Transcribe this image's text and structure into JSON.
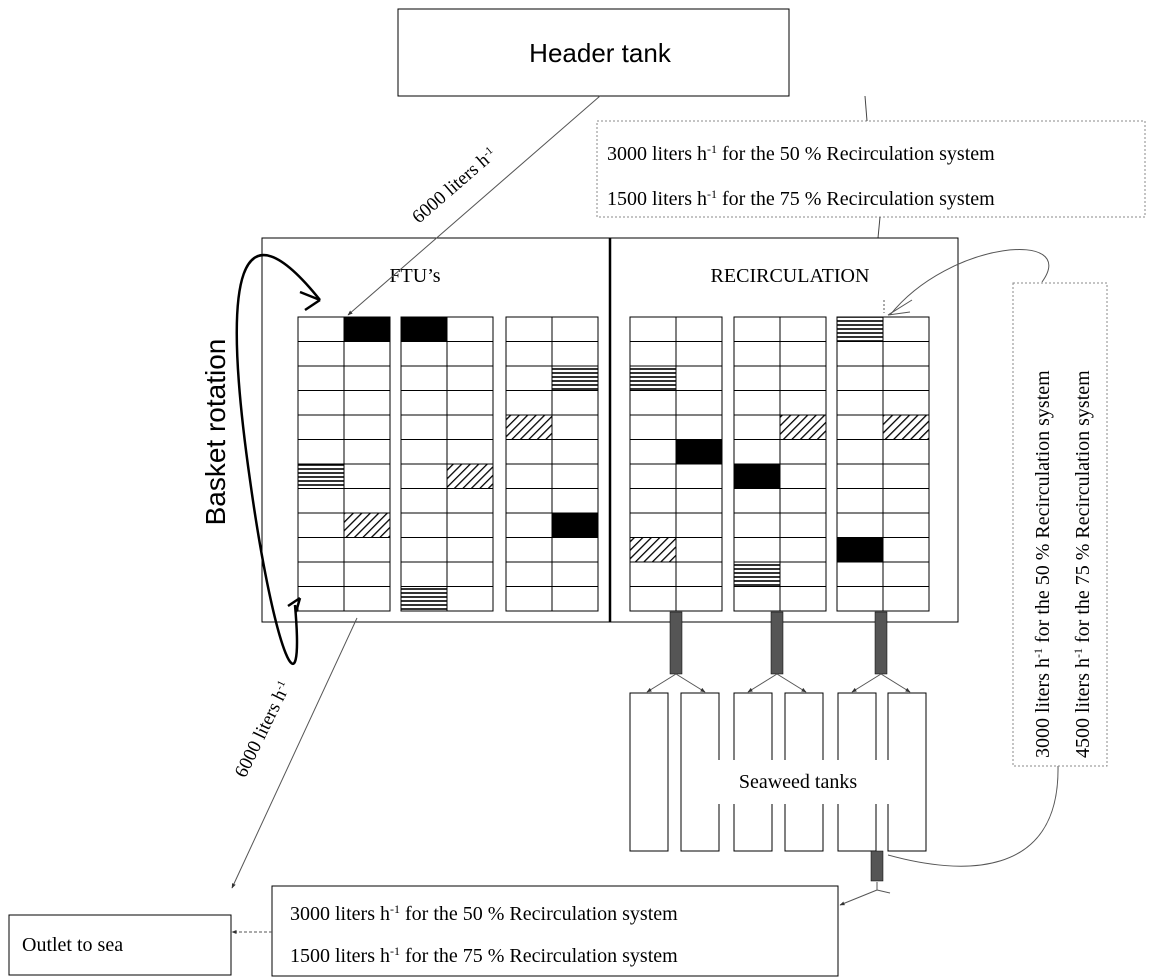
{
  "header_tank": "Header tank",
  "ftu_title": "FTU’s",
  "recirc_title": "RECIRCULATION",
  "basket_rotation": "Basket rotation",
  "flow_in": {
    "num": "6000 liters h",
    "sup": "-1"
  },
  "flow_out": {
    "num": "6000 liters h",
    "sup": "-1"
  },
  "top_box": {
    "line1": {
      "pre": "3000 liters h",
      "sup": "-1",
      "post": " for the 50 % Recirculation system"
    },
    "line2": {
      "pre": "1500 liters h",
      "sup": "-1",
      "post": " for the 75 % Recirculation system"
    }
  },
  "right_box": {
    "line1": {
      "pre": "3000 liters h",
      "sup": "-1",
      "post": " for the 50 % Recirculation system"
    },
    "line2": {
      "pre": "4500 liters h",
      "sup": "-1",
      "post": " for the 75 % Recirculation system"
    }
  },
  "bottom_box": {
    "line1": {
      "pre": "3000 liters h",
      "sup": "-1",
      "post": " for the 50 % Recirculation system"
    },
    "line2": {
      "pre": "1500 liters h",
      "sup": "-1",
      "post": " for the 75 % Recirculation system"
    }
  },
  "seaweed_label": "Seaweed tanks",
  "outlet_label": "Outlet to sea",
  "grid": {
    "rows": 12,
    "columns_per_unit": 2,
    "units": [
      {
        "section": "FTU",
        "marks": [
          [
            0,
            1,
            "black"
          ],
          [
            6,
            0,
            "horizontal"
          ],
          [
            8,
            1,
            "diagonal"
          ]
        ]
      },
      {
        "section": "FTU",
        "marks": [
          [
            0,
            0,
            "black"
          ],
          [
            6,
            1,
            "diagonal"
          ],
          [
            11,
            0,
            "horizontal"
          ]
        ]
      },
      {
        "section": "FTU",
        "marks": [
          [
            2,
            1,
            "horizontal"
          ],
          [
            4,
            0,
            "diagonal"
          ],
          [
            8,
            1,
            "black"
          ]
        ]
      },
      {
        "section": "RECIRCULATION",
        "marks": [
          [
            2,
            0,
            "horizontal"
          ],
          [
            5,
            1,
            "black"
          ],
          [
            9,
            0,
            "diagonal"
          ]
        ]
      },
      {
        "section": "RECIRCULATION",
        "marks": [
          [
            4,
            1,
            "diagonal"
          ],
          [
            6,
            0,
            "black"
          ],
          [
            10,
            0,
            "horizontal"
          ]
        ]
      },
      {
        "section": "RECIRCULATION",
        "marks": [
          [
            0,
            0,
            "horizontal"
          ],
          [
            4,
            1,
            "diagonal"
          ],
          [
            9,
            0,
            "black"
          ]
        ]
      }
    ]
  },
  "seaweed_tank_count": 6
}
